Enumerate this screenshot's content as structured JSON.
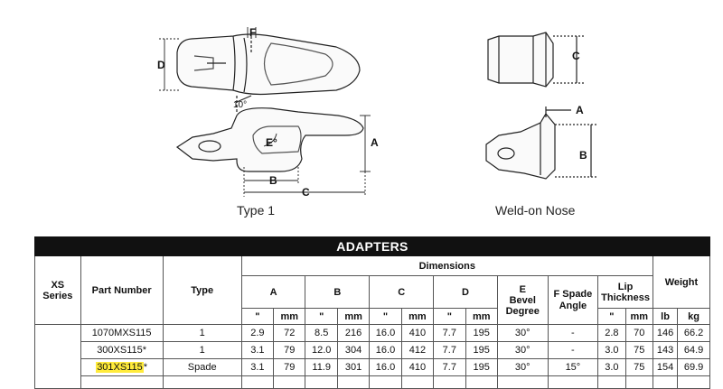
{
  "drawings": {
    "type1_caption": "Type 1",
    "weld_caption": "Weld-on Nose",
    "labels": {
      "a": "A",
      "b": "B",
      "c": "C",
      "d": "D",
      "e": "E°",
      "f": "F",
      "angle": "10°"
    }
  },
  "table": {
    "title": "ADAPTERS",
    "headers": {
      "series": "XS\nSeries",
      "part_number": "Part Number",
      "type": "Type",
      "dimensions": "Dimensions",
      "a": "A",
      "b": "B",
      "c": "C",
      "d": "D",
      "e": "E\nBevel\nDegree",
      "f": "F Spade\nAngle",
      "lip": "Lip\nThickness",
      "weight": "Weight",
      "inch": "\"",
      "mm": "mm",
      "lb": "lb",
      "kg": "kg"
    },
    "rows": [
      {
        "part": "1070MXS115",
        "type": "1",
        "a_in": "2.9",
        "a_mm": "72",
        "b_in": "8.5",
        "b_mm": "216",
        "c_in": "16.0",
        "c_mm": "410",
        "d_in": "7.7",
        "d_mm": "195",
        "e": "30°",
        "f": "-",
        "lip_in": "2.8",
        "lip_mm": "70",
        "lb": "146",
        "kg": "66.2"
      },
      {
        "part": "300XS115*",
        "type": "1",
        "a_in": "3.1",
        "a_mm": "79",
        "b_in": "12.0",
        "b_mm": "304",
        "c_in": "16.0",
        "c_mm": "412",
        "d_in": "7.7",
        "d_mm": "195",
        "e": "30°",
        "f": "-",
        "lip_in": "3.0",
        "lip_mm": "75",
        "lb": "143",
        "kg": "64.9"
      },
      {
        "part": "301XS115",
        "part_suffix": "*",
        "type": "Spade",
        "a_in": "3.1",
        "a_mm": "79",
        "b_in": "11.9",
        "b_mm": "301",
        "c_in": "16.0",
        "c_mm": "410",
        "d_in": "7.7",
        "d_mm": "195",
        "e": "30°",
        "f": "15°",
        "lip_in": "3.0",
        "lip_mm": "75",
        "lb": "154",
        "kg": "69.9"
      }
    ],
    "colors": {
      "title_bg": "#111111",
      "highlight": "#ffeb3b"
    }
  }
}
